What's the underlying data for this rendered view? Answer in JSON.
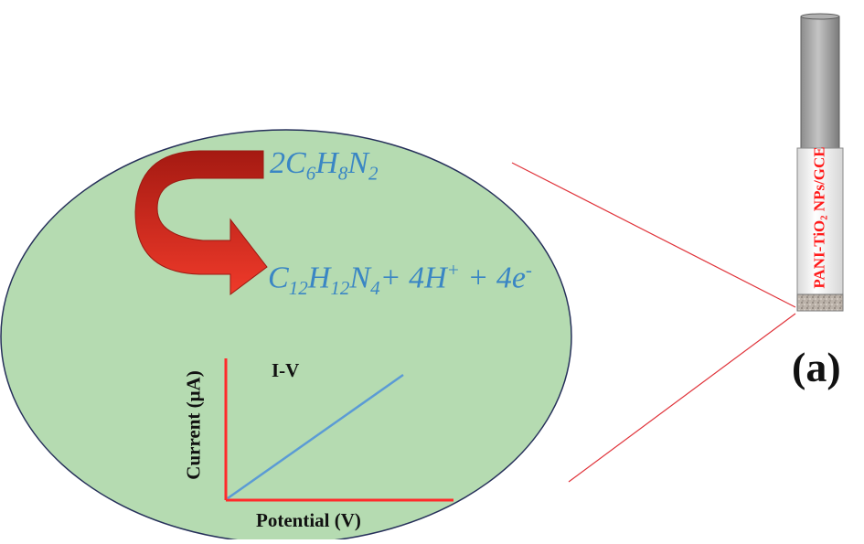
{
  "reaction": {
    "reactant": {
      "coef": "2",
      "c": "C",
      "c_sub": "6",
      "h": "H",
      "h_sub": "8",
      "n": "N",
      "n_sub": "2"
    },
    "product": {
      "c": "C",
      "c_sub": "12",
      "h": "H",
      "h_sub": "12",
      "n": "N",
      "n_sub": "4",
      "plus1": "+ 4H",
      "plus1_sup": "+",
      "plus2": " + 4e",
      "plus2_sup": "-"
    }
  },
  "plot": {
    "line_label": "I-V",
    "xlabel": "Potential (V)",
    "ylabel": "Current (μA)"
  },
  "electrode": {
    "label_pre": "PANI-TiO",
    "label_sub": "2",
    "label_post": " NPs/GCE"
  },
  "panel_label": "(a)",
  "colors": {
    "ellipse_fill": "#b5dbb1",
    "equation_text": "#3a86c4",
    "axes": "#ff2a2a",
    "iv_line": "#5b9bd5",
    "arrow": "#e8281e",
    "electrode_label": "#ff1a1a"
  }
}
